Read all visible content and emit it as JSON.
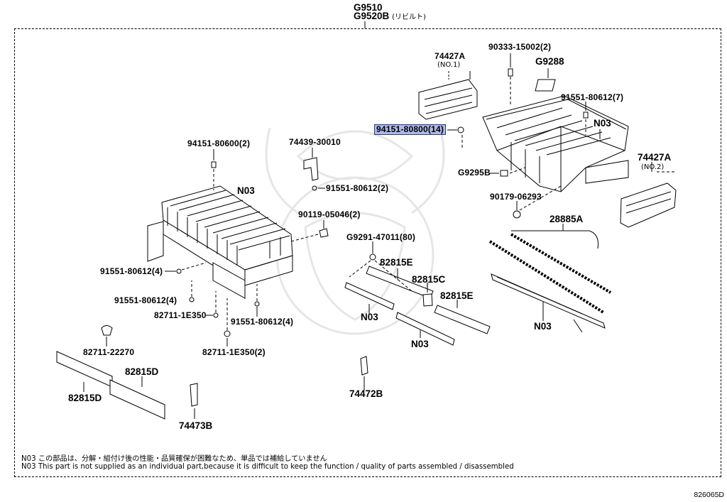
{
  "header": {
    "assembly_number": "G9510",
    "assembly_rebuilt_number": "G9520B",
    "assembly_rebuilt_note": "(リビルト)"
  },
  "labels": {
    "p74427a_no1": "74427A",
    "p74427a_no1_sub": "(NO.1)",
    "p90333": "90333-15002(2)",
    "pG9288": "G9288",
    "p91551_7": "91551-80612(7)",
    "p94151_80800": "94151-80800(14)",
    "pN03_cover": "N03",
    "p74427a_no2": "74427A",
    "p74427a_no2_sub": "(NO.2)",
    "pG9295B": "G9295B",
    "p90179": "90179-06293",
    "p94151_80600": "94151-80600(2)",
    "p74439": "74439-30010",
    "p91551_2": "91551-80612(2)",
    "pN03_stack": "N03",
    "p90119": "90119-05046(2)",
    "p28885a": "28885A",
    "pG9291": "G9291-47011(80)",
    "p82815e_a": "82815E",
    "p82815c": "82815C",
    "p82815e_b": "82815E",
    "pN03_bus_a": "N03",
    "pN03_bus_b": "N03",
    "pN03_harness": "N03",
    "p91551_4a": "91551-80612(4)",
    "p91551_4b": "91551-80612(4)",
    "p82711_1e350": "82711-1E350",
    "p91551_4c": "91551-80612(4)",
    "p82711_1e350_2": "82711-1E350(2)",
    "p82711_22270": "82711-22270",
    "p82815d_a": "82815D",
    "p82815d_b": "82815D",
    "p74473b": "74473B",
    "p74472b": "74472B"
  },
  "notes": {
    "jp": "N03 この部品は、分解・組付け後の性能・品質確保が困難なため、単品では補給していません",
    "en": "N03 This part is not supplied as an individual part,because it is difficult to keep the function / quality of parts assembled / disassembled"
  },
  "reference_code": "826065D",
  "highlight_color": "#aeb9e6"
}
